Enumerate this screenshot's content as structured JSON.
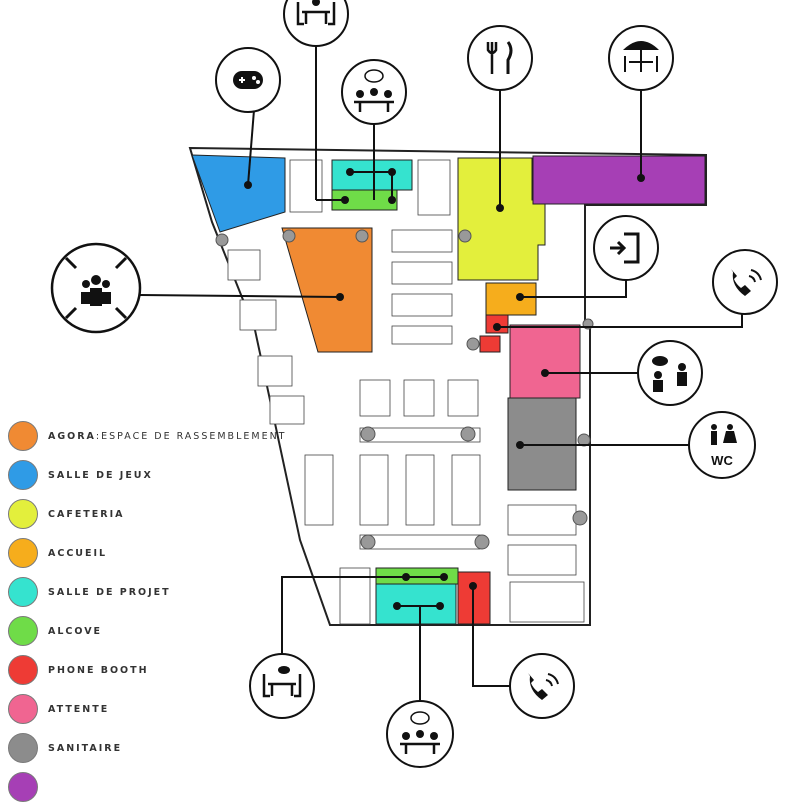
{
  "legend": [
    {
      "key": "agora",
      "label": "AGORA",
      "sublabel": ":ESPACE DE RASSEMBLEMENT",
      "color": "#f08a33"
    },
    {
      "key": "jeux",
      "label": "SALLE DE JEUX",
      "color": "#2f9be6"
    },
    {
      "key": "cafeteria",
      "label": "CAFETERIA",
      "color": "#e3ef3c"
    },
    {
      "key": "accueil",
      "label": "ACCUEIL",
      "color": "#f6ad1c"
    },
    {
      "key": "projet",
      "label": "SALLE DE PROJET",
      "color": "#35e3cf"
    },
    {
      "key": "alcove",
      "label": "ALCOVE",
      "color": "#6fdc48"
    },
    {
      "key": "phone",
      "label": "PHONE BOOTH",
      "color": "#ee3b35"
    },
    {
      "key": "attente",
      "label": "ATTENTE",
      "color": "#f06591"
    },
    {
      "key": "sanitaire",
      "label": "SANITAIRE",
      "color": "#8c8c8c"
    },
    {
      "key": "extra",
      "label": "",
      "color": "#a63fb5"
    }
  ],
  "colors": {
    "purple": "#a63fb5",
    "outline": "#111111",
    "furniture": "#ffffff",
    "floor": "#ffffff"
  },
  "icons": {
    "wc_text": "WC",
    "names": [
      "meeting-table-icon",
      "gamepad-icon",
      "brainstorm-icon",
      "cutlery-icon",
      "terrace-table-icon",
      "entrance-icon",
      "phone-icon",
      "gathering-people-icon",
      "conversation-icon",
      "restroom-icon"
    ]
  }
}
